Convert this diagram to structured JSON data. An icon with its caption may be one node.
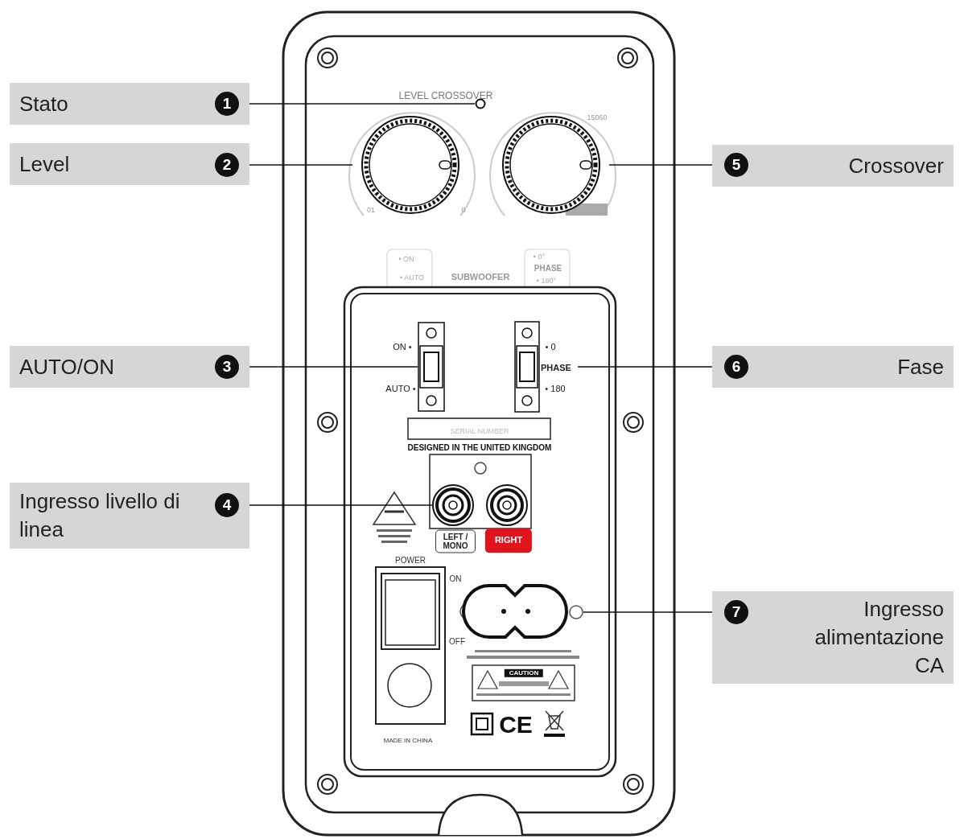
{
  "diagram": {
    "nodes": [
      {
        "text": [
          "Stato"
        ]
      },
      {
        "text": [
          "1"
        ],
        "in": 0
      },
      {
        "text": [
          "Level"
        ]
      },
      {
        "text": [
          "2"
        ],
        "in": 2
      },
      {
        "text": [
          "AUTO/ON"
        ]
      },
      {
        "text": [
          "3"
        ],
        "in": 4
      },
      {
        "text": [
          "Ingresso livello di linea"
        ]
      },
      {
        "text": [
          "4"
        ],
        "in": 6
      },
      {
        "text": [
          "Crossover"
        ]
      },
      {
        "text": [
          "5"
        ],
        "in": 8
      },
      {
        "text": [
          "Fase"
        ]
      },
      {
        "text": [
          "6"
        ],
        "in": 10
      },
      {
        "text": [
          "Ingresso alimentazione CA"
        ]
      },
      {
        "text": [
          "7"
        ],
        "in": 12
      },
      {
        "text": [],
        "shape": "circle"
      },
      {
        "text": [],
        "shape": "circle"
      },
      {
        "text": [],
        "shape": "circle"
      },
      {
        "text": [],
        "shape": "box"
      },
      {
        "text": [
          "PHASE"
        ]
      },
      {
        "text": [],
        "shape": "circle"
      },
      {
        "text": [],
        "shape": "circle"
      }
    ],
    "edges": [
      {
        "from": 1,
        "to": 14,
        "arrow": "none"
      },
      {
        "from": 3,
        "to": 15,
        "arrow": "none"
      },
      {
        "from": 5,
        "to": 17,
        "arrow": "none"
      },
      {
        "from": 7,
        "to": 19,
        "arrow": "none"
      },
      {
        "from": 9,
        "to": 16,
        "arrow": "none"
      },
      {
        "from": 11,
        "to": 18,
        "arrow": "none"
      },
      {
        "from": 13,
        "to": 20,
        "arrow": "none"
      }
    ],
    "labels": [
      "LEVEL CROSSOVER",
      "15060",
      "01",
      "0",
      "• ON",
      "• AUTO",
      "SUBWOOFER",
      "• 0°",
      "PHASE",
      "• 180°",
      "ON •",
      "AUTO •",
      "• 0",
      "• 180",
      "SERIAL NUMBER",
      "DESIGNED IN THE UNITED KINGDOM",
      "LEFT / MONO",
      "RIGHT",
      "POWER",
      "ON",
      "OFF",
      "CAUTION",
      "MADE IN CHINA",
      "CE"
    ]
  }
}
